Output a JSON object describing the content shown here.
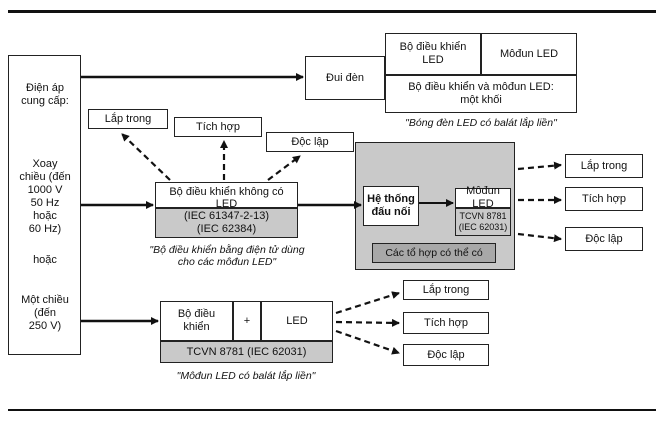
{
  "supply": {
    "title": "Điện áp\ncung cấp:",
    "ac": "Xoay\nchiều (đến\n1000 V\n50 Hz\nhoặc\n60 Hz)",
    "or": "hoặc",
    "dc": "Một chiều\n(đến\n250 V)"
  },
  "top_group": {
    "lampholder": "Đui đèn",
    "controller": "Bộ điều khiển\nLED",
    "module": "Môđun LED",
    "combined": "Bộ điều khiển và môđun LED:\nmột khối",
    "caption": "\"Bóng đèn LED có balát lắp liền\""
  },
  "middle_group": {
    "mount_built_in": "Lắp trong",
    "mount_integrated": "Tích hợp",
    "mount_independent": "Độc lập",
    "controller": "Bộ điều khiển không có\nLED",
    "standard": "(IEC 61347-2-13)\n(IEC 62384)",
    "caption": "\"Bộ điều khiển bằng điện tử dùng\ncho các môđun LED\""
  },
  "right_group": {
    "connection": "Hệ thống\nđấu nối",
    "module": "Môđun LED",
    "standard": "TCVN 8781\n(IEC 62031)",
    "combinations": "Các tổ hợp có thể có",
    "out_built_in": "Lắp trong",
    "out_integrated": "Tích hợp",
    "out_independent": "Độc lập"
  },
  "bottom_group": {
    "controller": "Bộ điều\nkhiển",
    "plus": "+",
    "led": "LED",
    "standard": "TCVN 8781 (IEC 62031)",
    "caption": "\"Môđun LED có balát lắp liền\"",
    "out_built_in": "Lắp trong",
    "out_integrated": "Tích hợp",
    "out_independent": "Độc lập"
  },
  "colors": {
    "line": "#111111",
    "panel_grey": "#c9c9c9",
    "panel_dark": "#a8a8a8"
  }
}
